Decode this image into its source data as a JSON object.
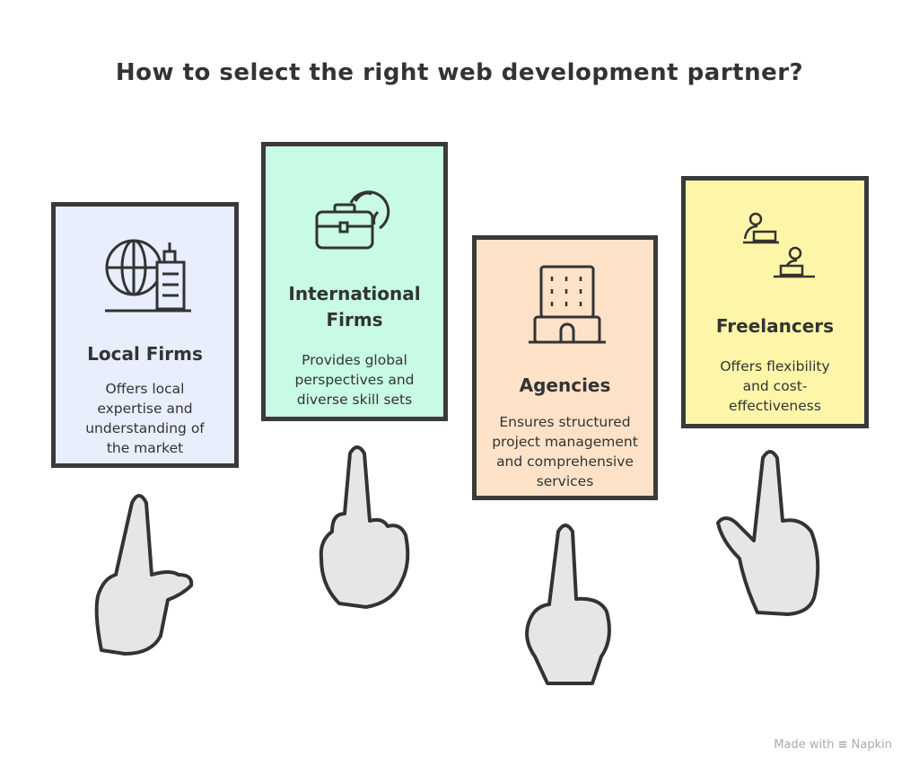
{
  "title": "How to select the right web development partner?",
  "cards": [
    {
      "title": "Local Firms",
      "description": [
        "Offers local",
        "expertise and",
        "understanding of",
        "the market"
      ],
      "color": "#e8eefc",
      "icon": "globe-building-icon"
    },
    {
      "title": "International Firms",
      "title_lines": [
        "International",
        "Firms"
      ],
      "description": [
        "Provides global",
        "perspectives and",
        "diverse skill sets"
      ],
      "color": "#c8fbe4",
      "icon": "briefcase-globe-icon"
    },
    {
      "title": "Agencies",
      "description": [
        "Ensures structured",
        "project management",
        "and comprehensive",
        "services"
      ],
      "color": "#fde2c8",
      "icon": "office-building-icon"
    },
    {
      "title": "Freelancers",
      "description": [
        "Offers flexibility",
        "and cost-",
        "effectiveness"
      ],
      "color": "#fdf6a8",
      "icon": "freelancers-laptop-icon"
    }
  ],
  "footer": {
    "made_with": "Made with",
    "brand": "Napkin"
  }
}
